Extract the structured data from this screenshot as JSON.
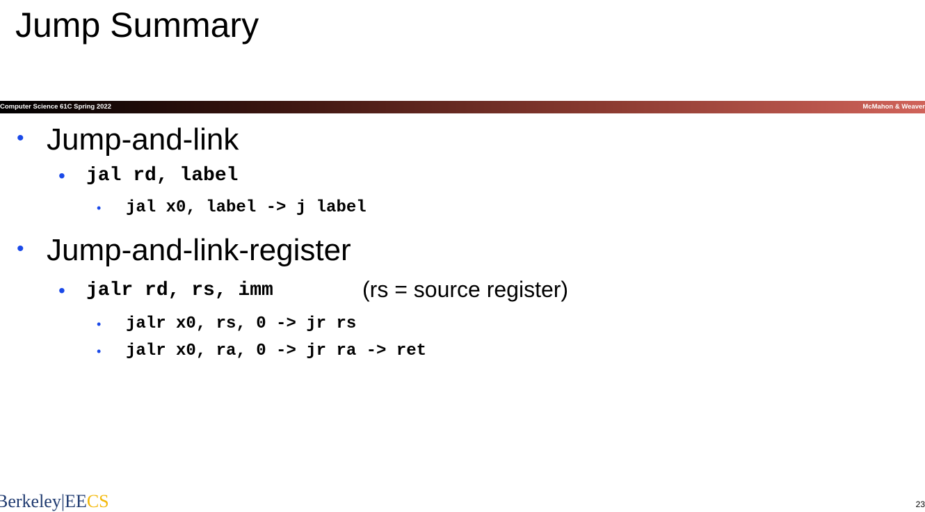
{
  "slide": {
    "title": "Jump Summary",
    "banner_left": "Computer Science 61C Spring 2022",
    "banner_right": "McMahon & Weaver",
    "bullets": [
      {
        "text": "Jump-and-link",
        "sub": [
          {
            "code": "jal rd, label",
            "sub": [
              "jal x0, label -> j label"
            ]
          }
        ]
      },
      {
        "text": "Jump-and-link-register",
        "sub": [
          {
            "code": "jalr rd, rs, imm",
            "note": "(rs = source register)",
            "sub": [
              "jalr x0, rs, 0 -> jr rs",
              "jalr x0, ra, 0 -> jr ra -> ret"
            ]
          }
        ]
      }
    ],
    "logo": {
      "part1": "Berkeley",
      "part2": "EE",
      "part3": "CS"
    },
    "page_number": "23"
  },
  "colors": {
    "bullet": "#1a49e8",
    "banner_start": "#000000",
    "banner_end": "#d0635a"
  }
}
